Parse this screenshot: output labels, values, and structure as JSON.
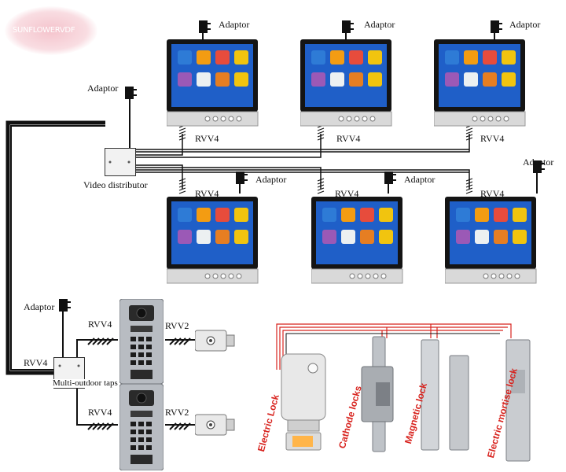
{
  "logo": {
    "text": "SUNFLOWERVDF"
  },
  "labels": {
    "adaptor": "Adaptor",
    "rvv4": "RVV4",
    "rvv2": "RVV2",
    "video_distributor": "Video distributor",
    "multi_outdoor_taps": "Multi-outdoor taps"
  },
  "locks": {
    "electric_lock": "Electric Lock",
    "cathode_locks": "Cathode locks",
    "magnetic_lock": "Magnetic lock",
    "electric_mortise_lock": "Electric mortise lock"
  },
  "colors": {
    "wire": "#111111",
    "lock_wire": "#d8241f",
    "lock_label": "#d8241f",
    "monitor_bezel": "#141414",
    "screen_blue": "#1f5fc8",
    "monitor_panel": "#d9d9d9"
  }
}
